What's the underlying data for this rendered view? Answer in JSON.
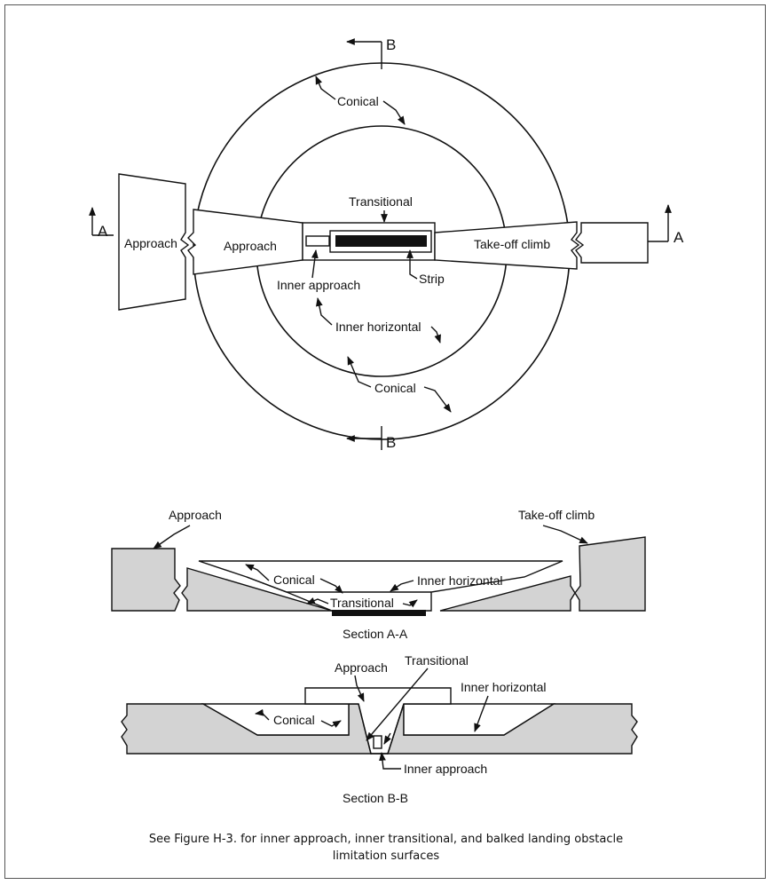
{
  "plan_view": {
    "section_marker_a": "A",
    "section_marker_b": "B",
    "labels": {
      "conical_top": "Conical",
      "conical_bottom": "Conical",
      "transitional": "Transitional",
      "approach_outer": "Approach",
      "approach_inner": "Approach",
      "take_off_climb": "Take-off climb",
      "inner_approach": "Inner approach",
      "strip": "Strip",
      "inner_horizontal": "Inner horizontal"
    }
  },
  "section_aa": {
    "approach": "Approach",
    "take_off_climb": "Take-off climb",
    "conical": "Conical",
    "inner_horizontal": "Inner horizontal",
    "transitional": "Transitional",
    "title": "Section A-A"
  },
  "section_bb": {
    "approach": "Approach",
    "transitional": "Transitional",
    "inner_horizontal": "Inner horizontal",
    "conical": "Conical",
    "inner_approach": "Inner approach",
    "title": "Section B-B"
  },
  "caption": {
    "line1": "See Figure H-3. for inner approach, inner transitional, and balked landing obstacle",
    "line2": "limitation surfaces"
  }
}
